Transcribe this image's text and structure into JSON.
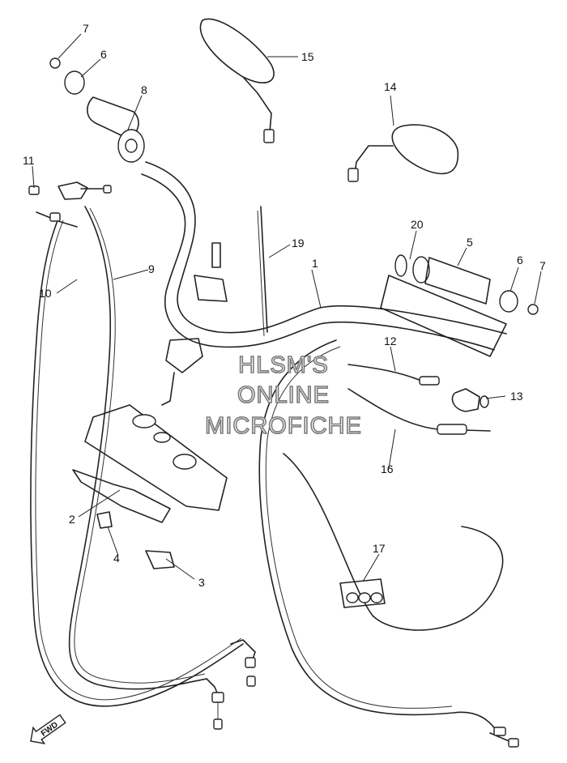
{
  "diagram": {
    "callouts": [
      {
        "id": "c1",
        "text": "1"
      },
      {
        "id": "c2",
        "text": "2"
      },
      {
        "id": "c3",
        "text": "3"
      },
      {
        "id": "c4",
        "text": "4"
      },
      {
        "id": "c5",
        "text": "5"
      },
      {
        "id": "c6a",
        "text": "6"
      },
      {
        "id": "c6b",
        "text": "6"
      },
      {
        "id": "c7a",
        "text": "7"
      },
      {
        "id": "c7b",
        "text": "7"
      },
      {
        "id": "c8",
        "text": "8"
      },
      {
        "id": "c9",
        "text": "9"
      },
      {
        "id": "c10",
        "text": "10"
      },
      {
        "id": "c11",
        "text": "11"
      },
      {
        "id": "c12",
        "text": "12"
      },
      {
        "id": "c13",
        "text": "13"
      },
      {
        "id": "c14",
        "text": "14"
      },
      {
        "id": "c15",
        "text": "15"
      },
      {
        "id": "c16",
        "text": "16"
      },
      {
        "id": "c17",
        "text": "17"
      },
      {
        "id": "c19",
        "text": "19"
      },
      {
        "id": "c20",
        "text": "20"
      }
    ],
    "watermark": [
      "HLSM'S",
      "ONLINE",
      "MICROFICHE"
    ],
    "direction_label": "FWD"
  }
}
